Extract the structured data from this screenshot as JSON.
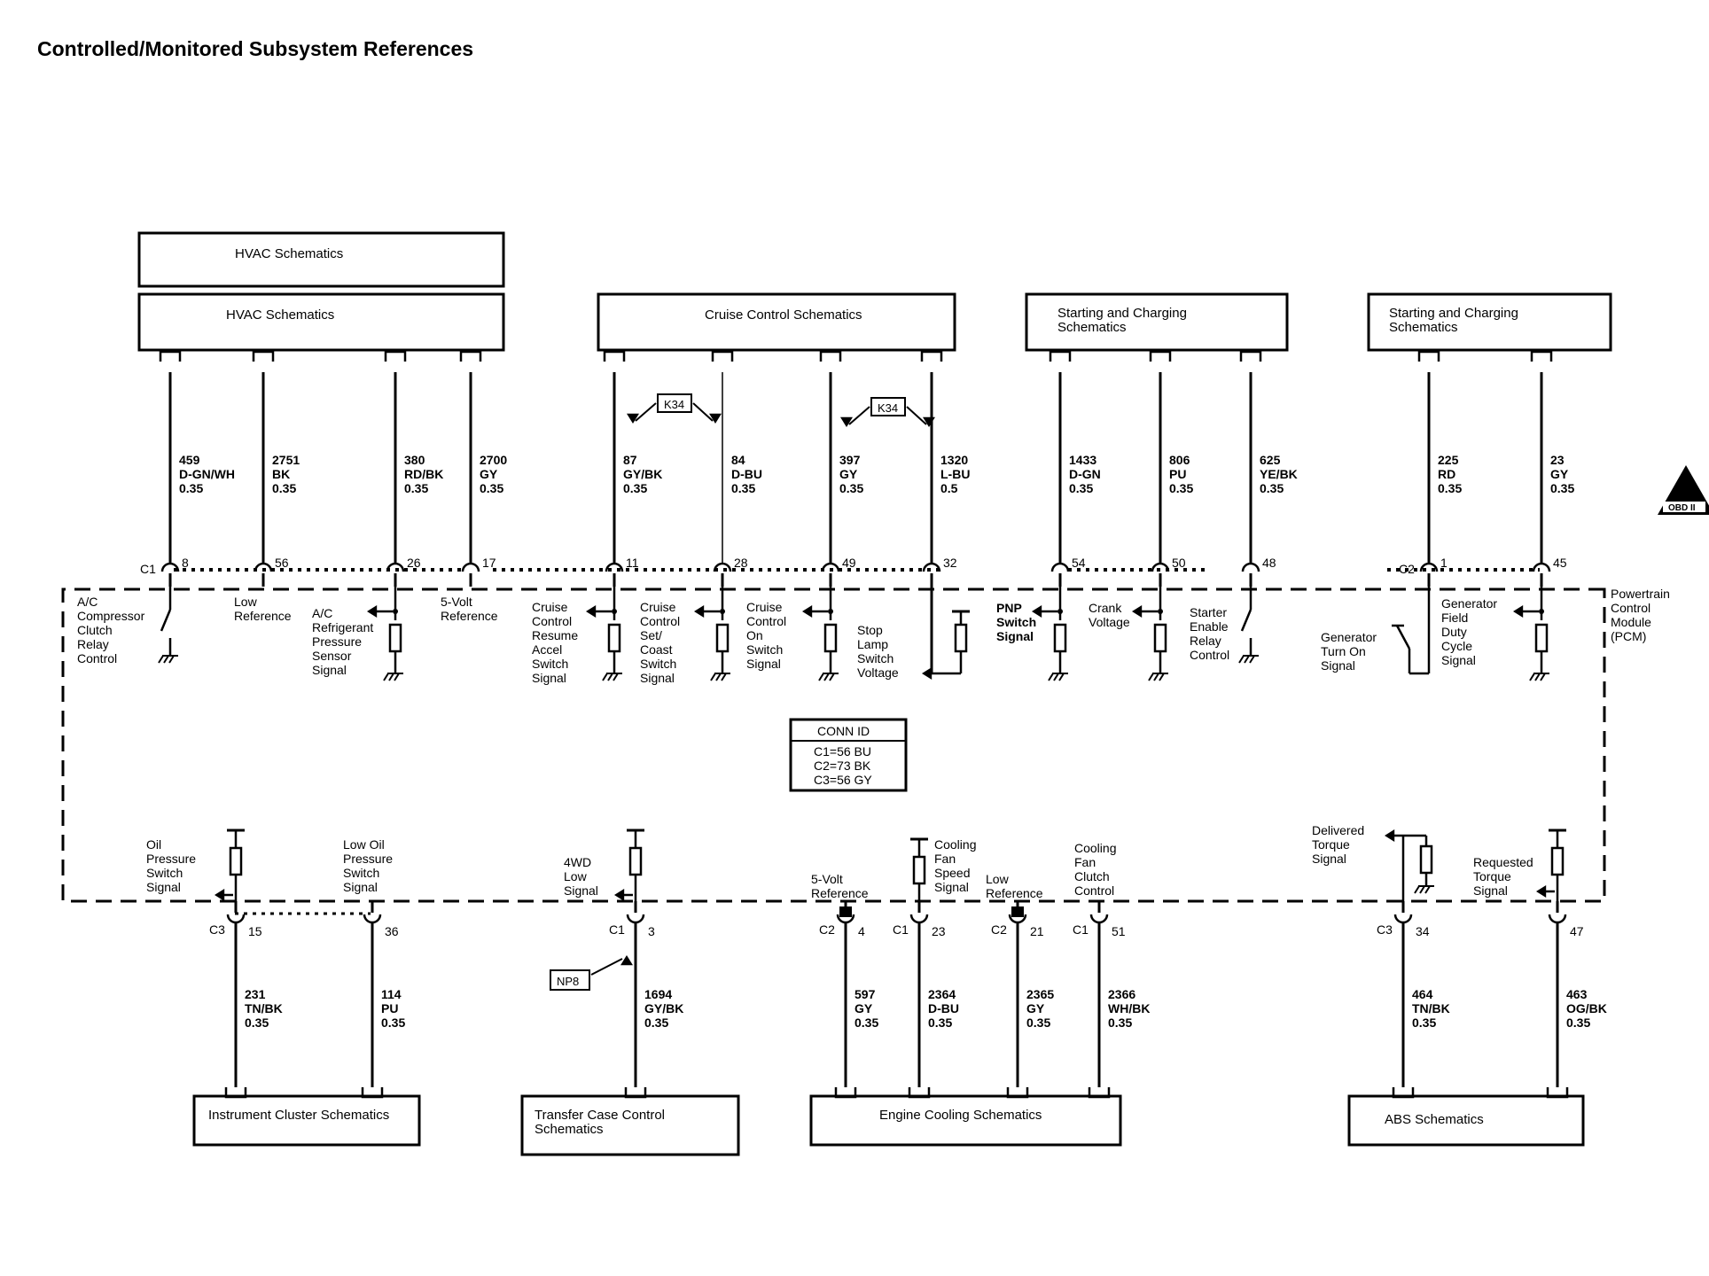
{
  "page_title": "Controlled/Monitored Subsystem References",
  "pcm_label": [
    "Powertrain",
    "Control",
    "Module",
    "(PCM)"
  ],
  "obd_badge": {
    "symbol": "II",
    "label": "OBD II"
  },
  "conn_id": {
    "title": "CONN ID",
    "lines": [
      "C1=56 BU",
      "C2=73 BK",
      "C3=56 GY"
    ]
  },
  "tags": {
    "k34": "K34",
    "np8": "NP8"
  },
  "top_boxes": [
    {
      "id": "hvac1",
      "lines": [
        "HVAC Schematics"
      ]
    },
    {
      "id": "hvac2",
      "lines": [
        "HVAC Schematics"
      ]
    },
    {
      "id": "cruise",
      "lines": [
        "Cruise Control Schematics"
      ]
    },
    {
      "id": "start1",
      "lines": [
        "Starting and Charging",
        "Schematics"
      ]
    },
    {
      "id": "start2",
      "lines": [
        "Starting and Charging",
        "Schematics"
      ]
    }
  ],
  "bottom_boxes": [
    {
      "id": "cluster",
      "lines": [
        "Instrument Cluster Schematics"
      ]
    },
    {
      "id": "transfer",
      "lines": [
        "Transfer Case Control",
        "Schematics"
      ]
    },
    {
      "id": "cooling",
      "lines": [
        "Engine Cooling Schematics"
      ]
    },
    {
      "id": "abs",
      "lines": [
        "ABS Schematics"
      ]
    }
  ],
  "top_circuits": [
    {
      "conn": "C1",
      "pin": "8",
      "circuit": "459",
      "color": "D-GN/WH",
      "size": "0.35",
      "label": [
        "A/C",
        "Compressor",
        "Clutch",
        "Relay",
        "Control"
      ]
    },
    {
      "conn": "",
      "pin": "56",
      "circuit": "2751",
      "color": "BK",
      "size": "0.35",
      "label": [
        "Low",
        "Reference"
      ]
    },
    {
      "conn": "",
      "pin": "26",
      "circuit": "380",
      "color": "RD/BK",
      "size": "0.35",
      "label": [
        "A/C",
        "Refrigerant",
        "Pressure",
        "Sensor",
        "Signal"
      ]
    },
    {
      "conn": "",
      "pin": "17",
      "circuit": "2700",
      "color": "GY",
      "size": "0.35",
      "label": [
        "5-Volt",
        "Reference"
      ]
    },
    {
      "conn": "",
      "pin": "11",
      "circuit": "87",
      "color": "GY/BK",
      "size": "0.35",
      "label": [
        "Cruise",
        "Control",
        "Resume",
        "Accel",
        "Switch",
        "Signal"
      ]
    },
    {
      "conn": "",
      "pin": "28",
      "circuit": "84",
      "color": "D-BU",
      "size": "0.35",
      "label": [
        "Cruise",
        "Control",
        "Set/",
        "Coast",
        "Switch",
        "Signal"
      ]
    },
    {
      "conn": "",
      "pin": "49",
      "circuit": "397",
      "color": "GY",
      "size": "0.35",
      "label": [
        "Cruise",
        "Control",
        "On",
        "Switch",
        "Signal"
      ]
    },
    {
      "conn": "",
      "pin": "32",
      "circuit": "1320",
      "color": "L-BU",
      "size": "0.5",
      "label": [
        "Stop",
        "Lamp",
        "Switch",
        "Voltage"
      ]
    },
    {
      "conn": "",
      "pin": "54",
      "circuit": "1433",
      "color": "D-GN",
      "size": "0.35",
      "label": [
        "PNP",
        "Switch",
        "Signal"
      ]
    },
    {
      "conn": "",
      "pin": "50",
      "circuit": "806",
      "color": "PU",
      "size": "0.35",
      "label": [
        "Crank",
        "Voltage"
      ]
    },
    {
      "conn": "",
      "pin": "48",
      "circuit": "625",
      "color": "YE/BK",
      "size": "0.35",
      "label": [
        "Starter",
        "Enable",
        "Relay",
        "Control"
      ]
    },
    {
      "conn": "C2",
      "pin": "1",
      "circuit": "225",
      "color": "RD",
      "size": "0.35",
      "label": [
        "Generator",
        "Turn On",
        "Signal"
      ]
    },
    {
      "conn": "",
      "pin": "45",
      "circuit": "23",
      "color": "GY",
      "size": "0.35",
      "label": [
        "Generator",
        "Field",
        "Duty",
        "Cycle",
        "Signal"
      ]
    }
  ],
  "bottom_circuits": [
    {
      "conn": "C3",
      "pin": "15",
      "circuit": "231",
      "color": "TN/BK",
      "size": "0.35",
      "label": [
        "Oil",
        "Pressure",
        "Switch",
        "Signal"
      ]
    },
    {
      "conn": "",
      "pin": "36",
      "circuit": "114",
      "color": "PU",
      "size": "0.35",
      "label": [
        "Low Oil",
        "Pressure",
        "Switch",
        "Signal"
      ]
    },
    {
      "conn": "C1",
      "pin": "3",
      "circuit": "1694",
      "color": "GY/BK",
      "size": "0.35",
      "label": [
        "4WD",
        "Low",
        "Signal"
      ]
    },
    {
      "conn": "C2",
      "pin": "4",
      "circuit": "597",
      "color": "GY",
      "size": "0.35",
      "label": [
        "5-Volt",
        "Reference"
      ]
    },
    {
      "conn": "C1",
      "pin": "23",
      "circuit": "2364",
      "color": "D-BU",
      "size": "0.35",
      "label": [
        "Cooling",
        "Fan",
        "Speed",
        "Signal"
      ]
    },
    {
      "conn": "C2",
      "pin": "21",
      "circuit": "2365",
      "color": "GY",
      "size": "0.35",
      "label": [
        "Low",
        "Reference"
      ]
    },
    {
      "conn": "C1",
      "pin": "51",
      "circuit": "2366",
      "color": "WH/BK",
      "size": "0.35",
      "label": [
        "Cooling",
        "Fan",
        "Clutch",
        "Control"
      ]
    },
    {
      "conn": "C3",
      "pin": "34",
      "circuit": "464",
      "color": "TN/BK",
      "size": "0.35",
      "label": [
        "Delivered",
        "Torque",
        "Signal"
      ]
    },
    {
      "conn": "",
      "pin": "47",
      "circuit": "463",
      "color": "OG/BK",
      "size": "0.35",
      "label": [
        "Requested",
        "Torque",
        "Signal"
      ]
    }
  ]
}
